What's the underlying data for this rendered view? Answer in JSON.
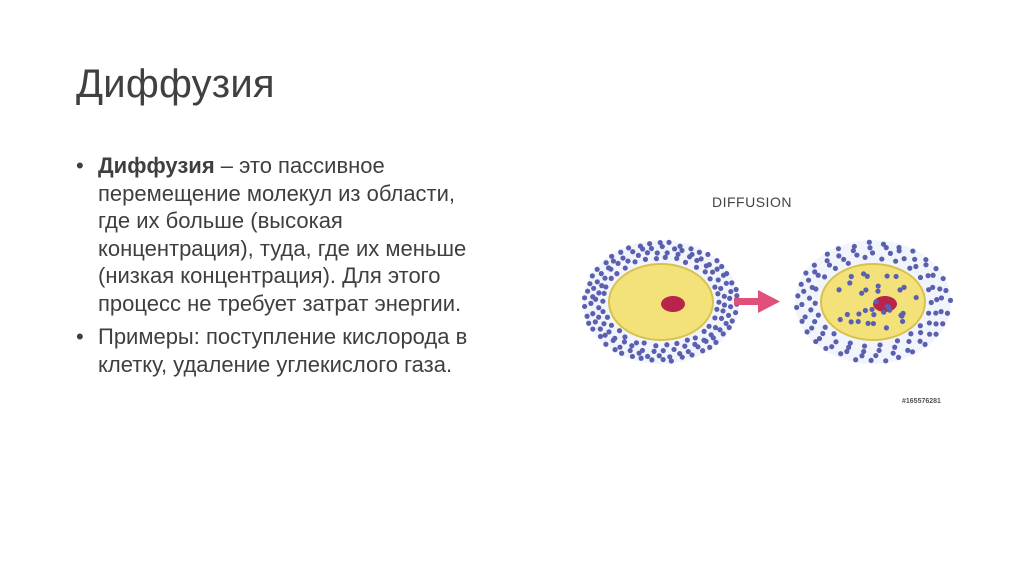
{
  "slide": {
    "title": "Диффузия",
    "bullets": [
      {
        "term": "Диффузия",
        "text": " – это пассивное перемещение молекул из области, где их больше (высокая концентрация), туда, где их меньше (низкая концентрация). Для этого процесс не требует затрат энергии."
      },
      {
        "term": "",
        "text": "Примеры: поступление кислорода в клетку, удаление углекислого газа."
      }
    ],
    "bullet_glyph": "•"
  },
  "figure": {
    "title": "DIFFUSION",
    "image_id": "#165576281",
    "colors": {
      "molecule": "#5a5fb0",
      "cytoplasm": "#f3e27a",
      "cell_border": "#d9c24a",
      "nucleus": "#b8244a",
      "arrow": "#e0507a",
      "halo": "#e8ecf6"
    }
  }
}
